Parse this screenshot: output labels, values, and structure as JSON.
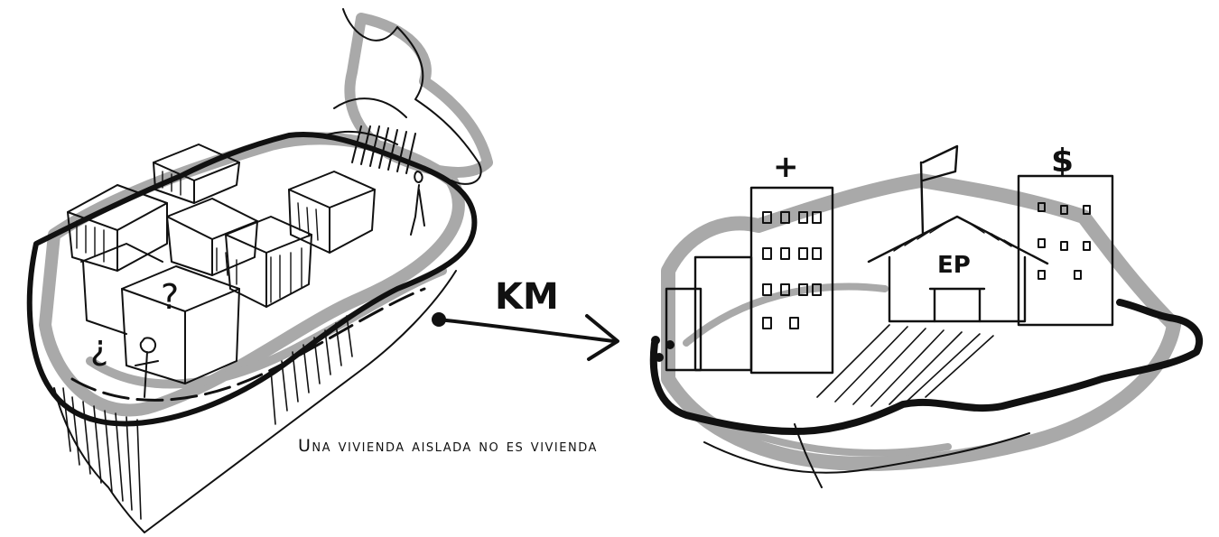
{
  "caption": "Una vivienda aislada no es vivienda",
  "arrow_label": "KM",
  "left_scene": {
    "marks": [
      "¿",
      "?"
    ]
  },
  "right_scene": {
    "building_symbols": [
      "+",
      "$"
    ],
    "building_label": "EP"
  },
  "colors": {
    "ink": "#111111",
    "shadow": "#a9a9a9",
    "background": "#ffffff"
  }
}
